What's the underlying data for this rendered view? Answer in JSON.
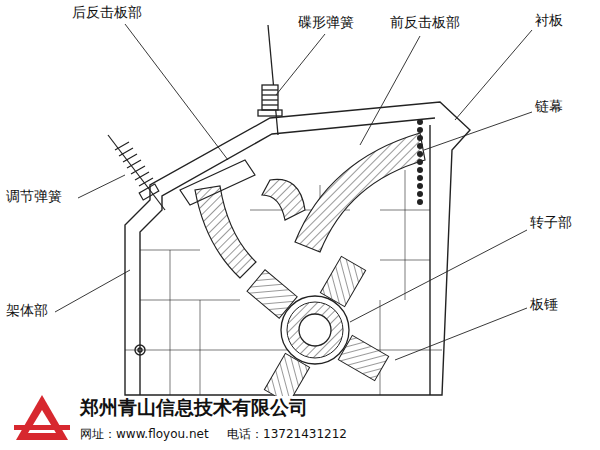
{
  "diagram": {
    "labels": [
      "后反击板部",
      "碟形弹簧",
      "前反击板部",
      "衬板",
      "链幕",
      "调节弹簧",
      "转子部",
      "架体部",
      "板锤",
      "郑州青山信息技术有限公司",
      "网址：www.floyou.net",
      "电话：13721431212"
    ]
  }
}
